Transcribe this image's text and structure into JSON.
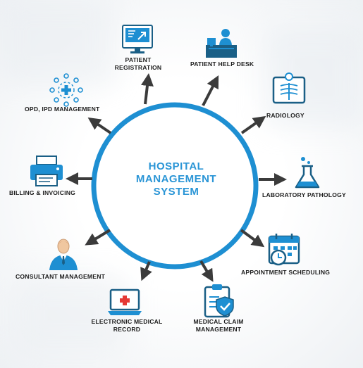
{
  "center": {
    "title_lines": [
      "HOSPITAL",
      "MANAGEMENT",
      "SYSTEM"
    ]
  },
  "modules": {
    "patient_registration": [
      "PATIENT",
      "REGISTRATION"
    ],
    "patient_help_desk": "PATIENT HELP DESK",
    "radiology": "RADIOLOGY",
    "laboratory_pathology": "LABORATORY PATHOLOGY",
    "appointment_scheduling": "APPOINTMENT SCHEDULING",
    "medical_claim_management": [
      "MEDICAL CLAIM",
      "MANAGEMENT"
    ],
    "electronic_medical_record": [
      "ELECTRONIC MEDICAL",
      "RECORD"
    ],
    "consultant_management": "CONSULTANT MANAGEMENT",
    "billing_invoicing": "BILLING & INVOICING",
    "opd_ipd_management": "OPD, IPD MANAGEMENT"
  },
  "icons": {
    "patient_registration": "monitor-arrow-icon",
    "patient_help_desk": "help-desk-icon",
    "radiology": "xray-icon",
    "laboratory_pathology": "flask-icon",
    "appointment_scheduling": "calendar-clock-icon",
    "medical_claim_management": "clipboard-shield-icon",
    "electronic_medical_record": "laptop-medical-icon",
    "consultant_management": "consultant-icon",
    "billing_invoicing": "printer-icon",
    "opd_ipd_management": "medical-network-icon"
  },
  "colors": {
    "ring": "#1e8fd2",
    "title": "#2a95d6",
    "icon_blue": "#1e8fd2",
    "icon_dark": "#1a5f86",
    "arrow": "#3b3b3b",
    "medical_red": "#e53935"
  }
}
